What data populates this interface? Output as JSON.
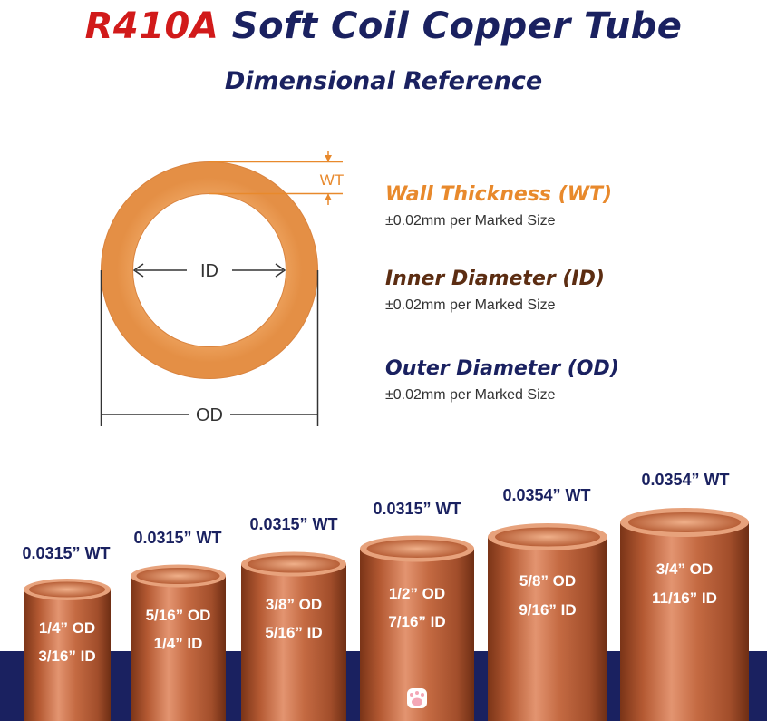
{
  "header": {
    "title_brand": "R410A",
    "title_rest": " Soft Coil Copper Tube",
    "subtitle": "Dimensional Reference"
  },
  "diagram": {
    "wt_label": "WT",
    "id_label": "ID",
    "od_label": "OD"
  },
  "specs": [
    {
      "name": "Wall Thickness (WT)",
      "tolerance": "±0.02mm per Marked Size",
      "color": "#e8892c"
    },
    {
      "name": "Inner Diameter (ID)",
      "tolerance": "±0.02mm per Marked Size",
      "color": "#5c2d12"
    },
    {
      "name": "Outer Diameter (OD)",
      "tolerance": "±0.02mm per Marked Size",
      "color": "#1a2160"
    }
  ],
  "tubes": [
    {
      "wt": "0.0315” WT",
      "od": "1/4” OD",
      "id": "3/16” ID"
    },
    {
      "wt": "0.0315” WT",
      "od": "5/16” OD",
      "id": "1/4” ID"
    },
    {
      "wt": "0.0315” WT",
      "od": "3/8” OD",
      "id": "5/16” ID"
    },
    {
      "wt": "0.0315” WT",
      "od": "1/2” OD",
      "id": "7/16” ID"
    },
    {
      "wt": "0.0354” WT",
      "od": "5/8” OD",
      "id": "9/16” ID"
    },
    {
      "wt": "0.0354” WT",
      "od": "3/4” OD",
      "id": "11/16” ID"
    }
  ],
  "colors": {
    "title": "#1a2160",
    "brand": "#d11a1a",
    "ring": "#f0a05a",
    "copper": "#c0673f",
    "base_band": "#1a2160"
  }
}
